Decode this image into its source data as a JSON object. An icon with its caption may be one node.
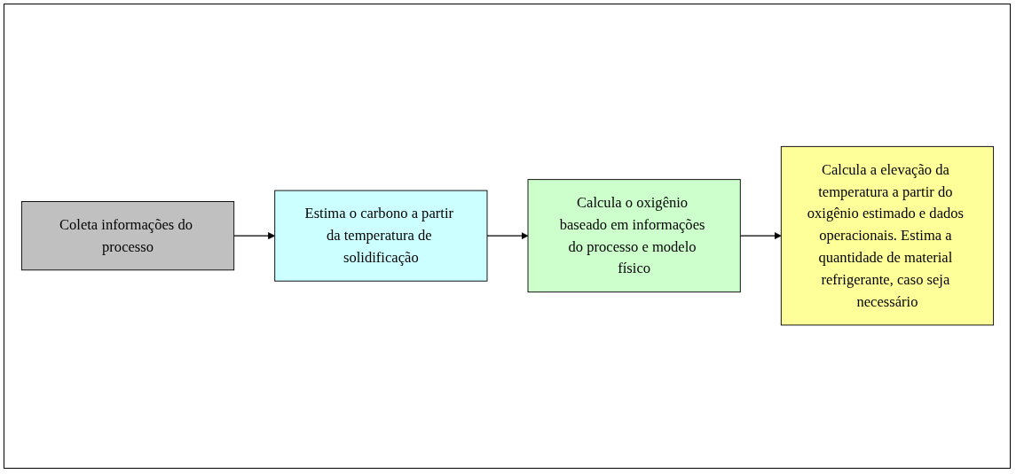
{
  "diagram": {
    "nodes": [
      {
        "text": [
          "Coleta informações do processo"
        ]
      },
      {
        "text": [
          "Estima o carbono a partir da temperatura de solidificação"
        ]
      },
      {
        "text": [
          "Calcula o oxigênio baseado em informações do processo e modelo físico"
        ]
      },
      {
        "text": [
          "Calcula a elevação da temperatura a partir do oxigênio estimado e dados operacionais. Estima a quantidade de material refrigerante, caso seja necessário"
        ]
      }
    ],
    "edges": [
      {
        "from": 0,
        "to": 1,
        "arrow": "to"
      },
      {
        "from": 1,
        "to": 2,
        "arrow": "to"
      },
      {
        "from": 2,
        "to": 3,
        "arrow": "to"
      }
    ]
  }
}
